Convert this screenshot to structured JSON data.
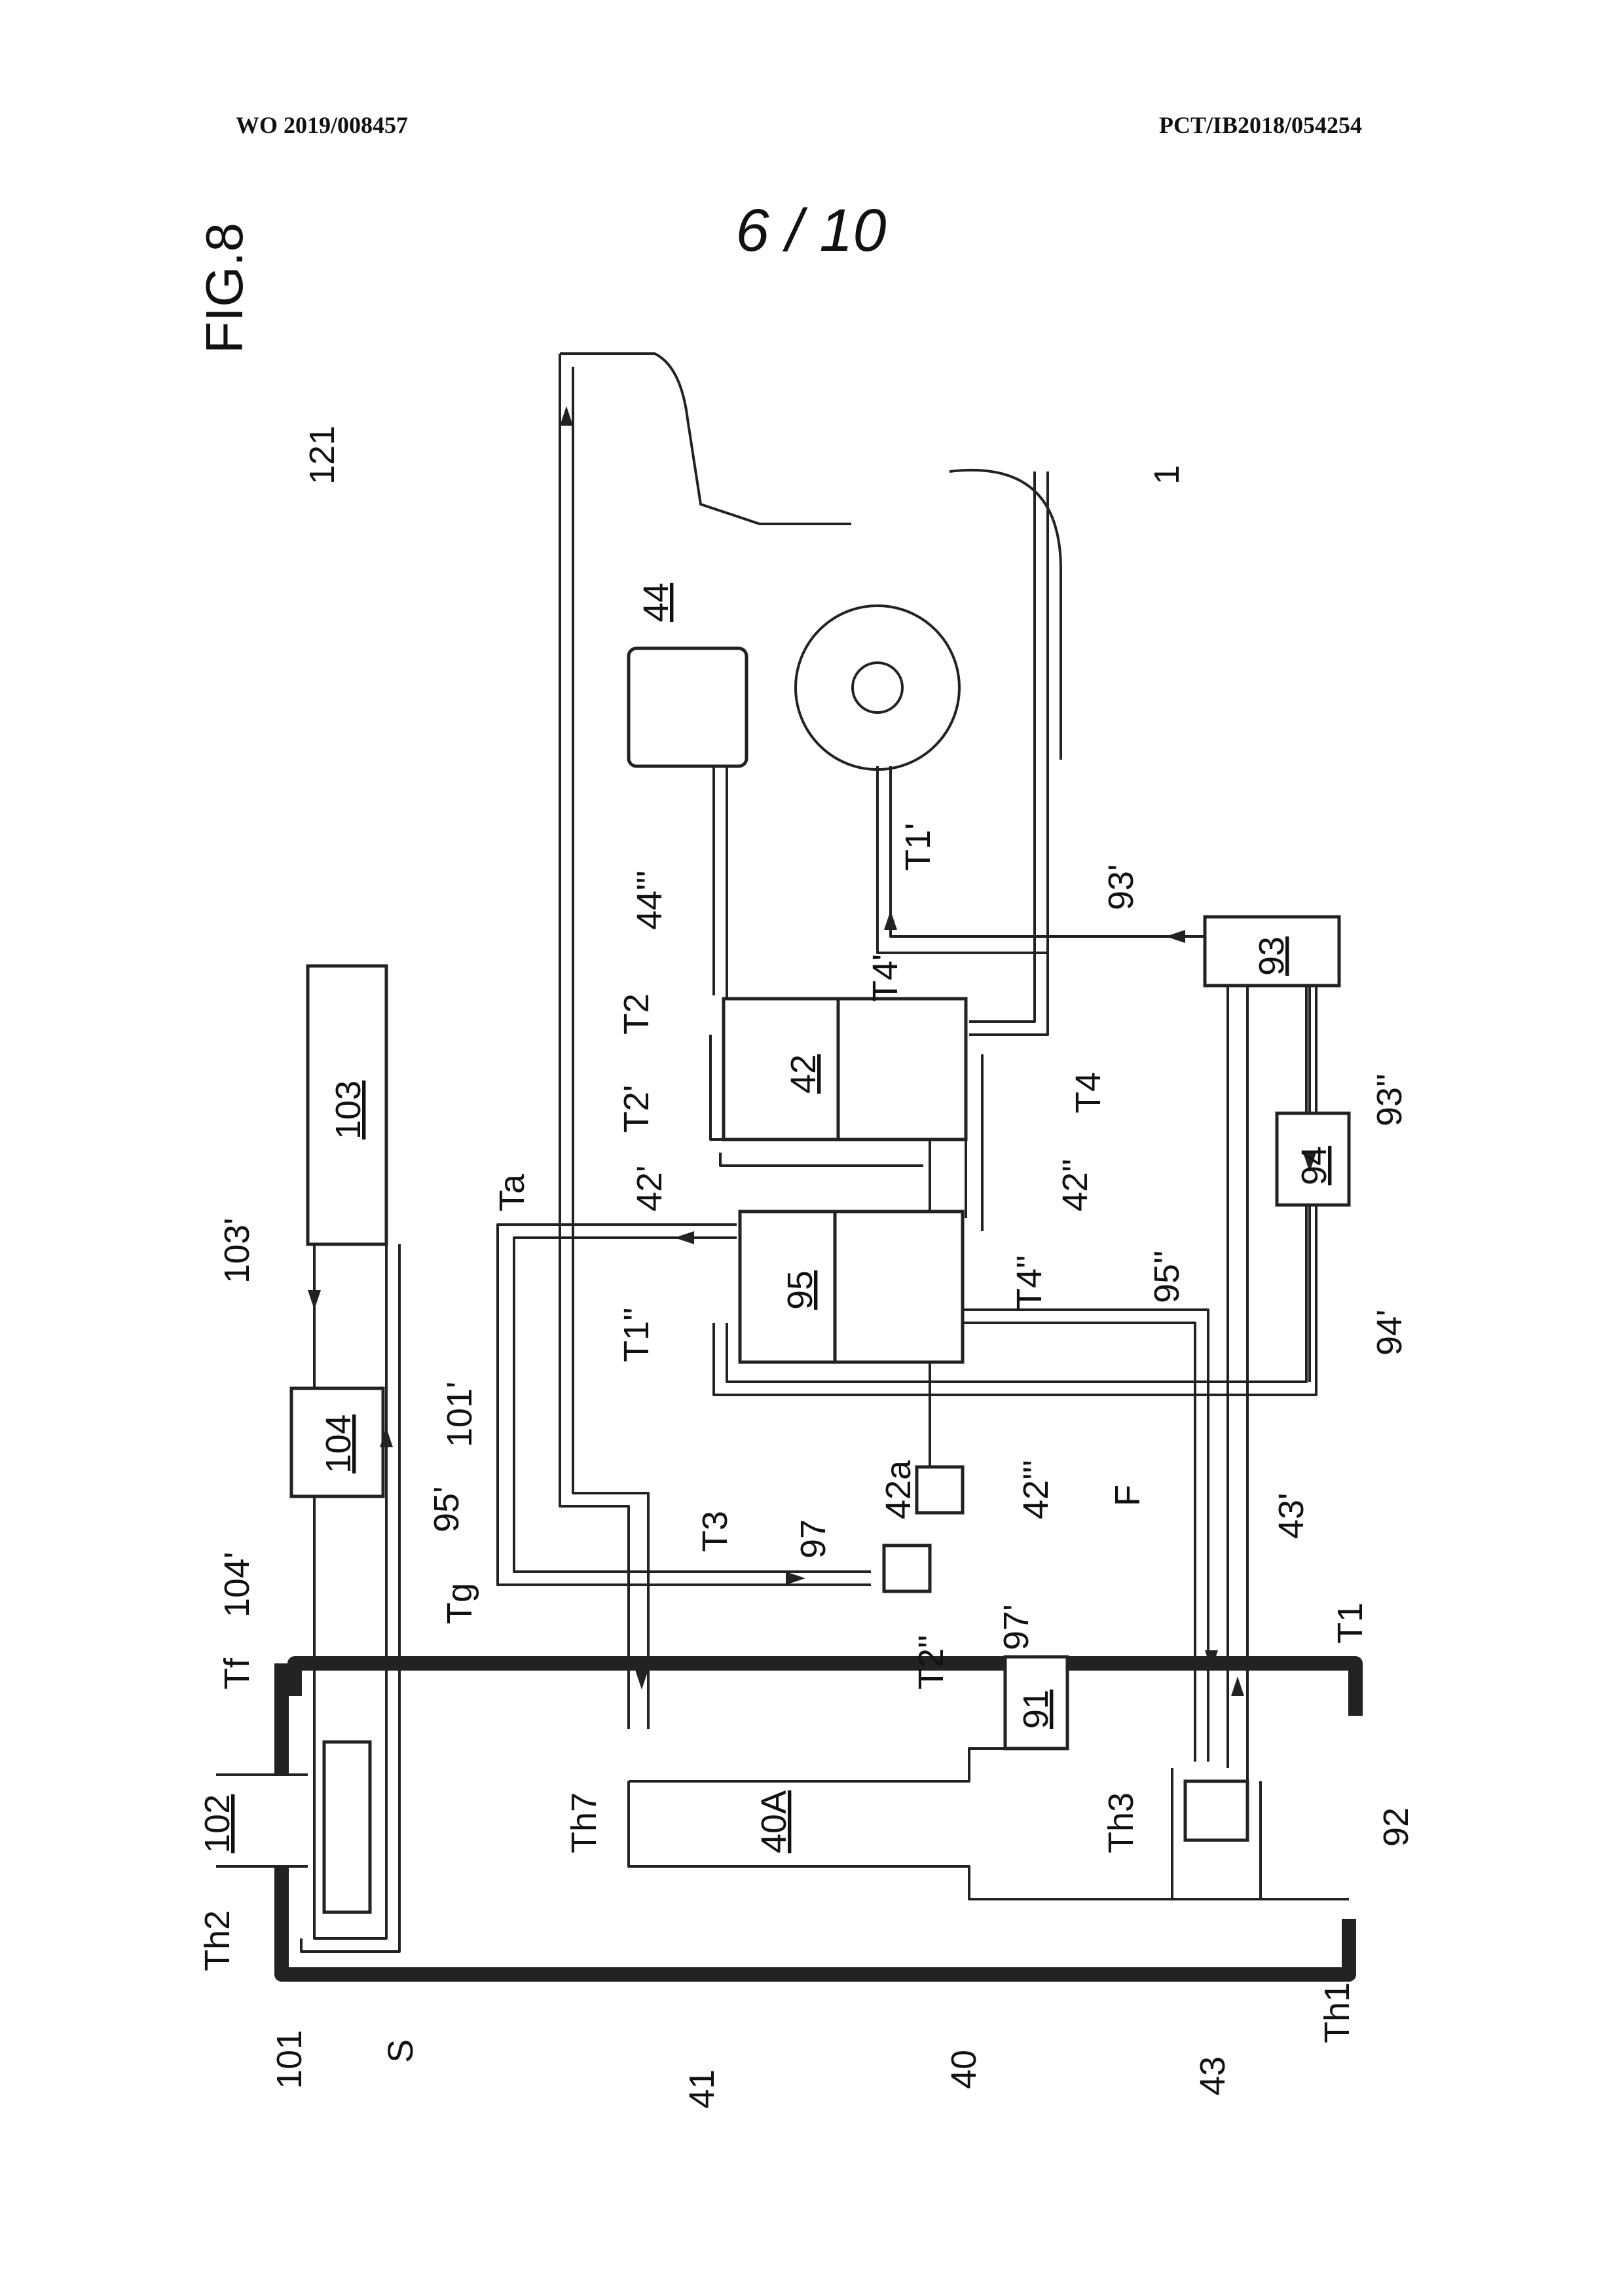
{
  "header": {
    "left": "WO 2019/008457",
    "right": "PCT/IB2018/054254"
  },
  "sheet": "6 / 10",
  "figure": "FIG.8",
  "labels": {
    "l1": "1",
    "l121": "121",
    "l44": "44",
    "l44ppp": "44'''",
    "l42": "42",
    "l42p": "42'",
    "l42pp": "42''",
    "l42ppp": "42'''",
    "l42a": "42a",
    "l93": "93",
    "l93p": "93'",
    "l93pp": "93''",
    "l94": "94",
    "l94p": "94'",
    "l95": "95",
    "l95p": "95'",
    "l95pp": "95''",
    "l97": "97",
    "l97p": "97'",
    "l103": "103",
    "l103p": "103'",
    "l104": "104",
    "l104p": "104'",
    "l101": "101",
    "l101p": "101'",
    "l102": "102",
    "l91": "91",
    "l92": "92",
    "l40": "40",
    "l40A": "40A",
    "l41": "41",
    "l43": "43",
    "l43p": "43'",
    "T1": "T1",
    "T1p": "T1'",
    "T1pp": "T1''",
    "T2": "T2",
    "T2p": "T2'",
    "T2pp": "T2''",
    "T3": "T3",
    "T4": "T4",
    "T4p": "T4'",
    "T4pp": "T4''",
    "Ta": "Ta",
    "Tf": "Tf",
    "Tg": "Tg",
    "Th1": "Th1",
    "Th2": "Th2",
    "Th3": "Th3",
    "Th7": "Th7",
    "F": "F",
    "S": "S"
  }
}
